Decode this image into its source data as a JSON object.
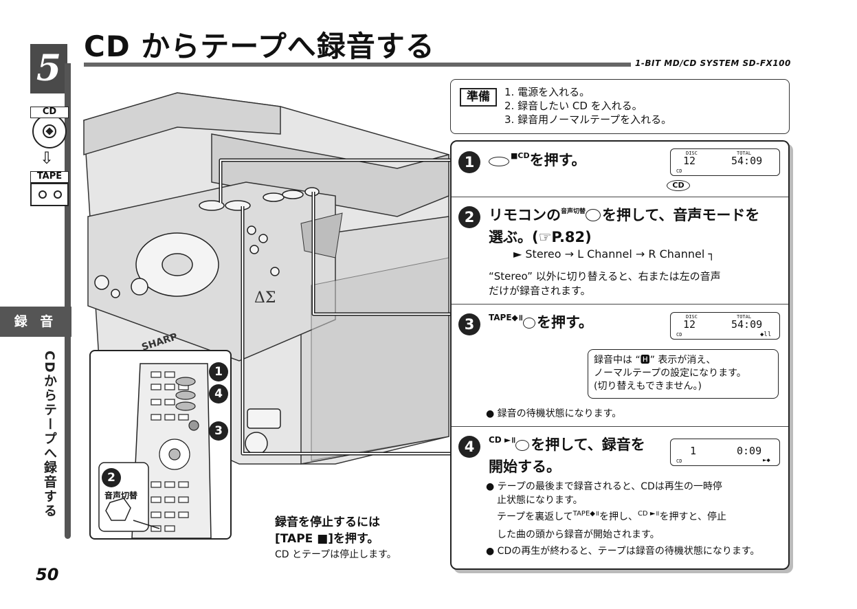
{
  "page": {
    "title": "CD からテープへ録音する",
    "model": "1-BIT MD/CD SYSTEM  SD-FX100",
    "chapter_number": "5",
    "page_number": "50",
    "section_tab": "録 音",
    "section_sub": "CDからテープへ録音する"
  },
  "sidebar": {
    "cd_label": "CD",
    "arrow": "⇩",
    "tape_label": "TAPE"
  },
  "prep": {
    "tag": "準備",
    "items": [
      "1. 電源を入れる。",
      "2. 録音したい CD を入れる。",
      "3. 録音用ノーマルテープを入れる。"
    ]
  },
  "steps": [
    {
      "num": "1",
      "button_label": "■CD",
      "text": "を押す。",
      "lcd": {
        "track": "12",
        "time": "54:09",
        "disc": "DISC",
        "total": "TOTAL",
        "cd": "CD"
      },
      "badge": "CD"
    },
    {
      "num": "2",
      "text_a": "リモコンの",
      "button_label": "音声切替",
      "text_b": "を押して、音声モードを",
      "text_c": "選ぶ。(☞P.82)",
      "chain": [
        "Stereo",
        "L Channel",
        "R Channel"
      ],
      "note": "“Stereo” 以外に切り替えると、右または左の音声",
      "note2": "だけが録音されます。"
    },
    {
      "num": "3",
      "button_label": "TAPE◆॥",
      "text": "を押す。",
      "lcd": {
        "track": "12",
        "time": "54:09",
        "disc": "DISC",
        "total": "TOTAL",
        "cd": "CD",
        "mark": "◆ll"
      },
      "callout": [
        "録音中は “🅷” 表示が消え、",
        "ノーマルテープの設定になります。",
        "(切り替えもできません。)"
      ],
      "bullet": "● 録音の待機状態になります。"
    },
    {
      "num": "4",
      "button_label": "CD ►॥",
      "text": "を押して、録音を",
      "text2": "開始する。",
      "lcd": {
        "track": "1",
        "time": "0:09",
        "cd": "CD",
        "mark": "►◆"
      },
      "bullets": [
        "● テープの最後まで録音されると、CDは再生の一時停",
        "止状態になります。",
        "テープを裏返して",
        "を押し、",
        "を押すと、停止",
        "した曲の頭から録音が開始されます。",
        "● CDの再生が終わると、テープは録音の待機状態になります。"
      ]
    }
  ],
  "remote": {
    "marker_1": "1",
    "marker_2": "2",
    "marker_3": "3",
    "marker_4": "4",
    "voice_button_label": "音声切替"
  },
  "stop_box": {
    "title1": "録音を停止するには",
    "title2": "[TAPE ■]を押す。",
    "sub": "CD とテープは停止します。"
  },
  "colors": {
    "ink": "#111111",
    "grey": "#555555",
    "light_grey": "#bbbbbb"
  }
}
